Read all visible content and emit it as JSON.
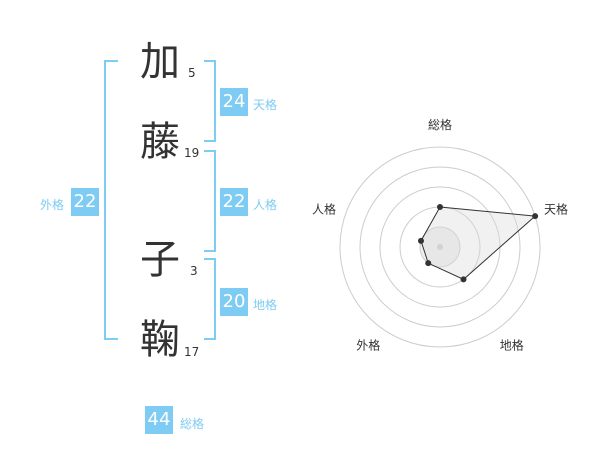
{
  "name_chars": [
    {
      "char": "加",
      "strokes": "5"
    },
    {
      "char": "藤",
      "strokes": "19"
    },
    {
      "char": "子",
      "strokes": "3"
    },
    {
      "char": "鞠",
      "strokes": "17"
    }
  ],
  "kaku": {
    "tenkaku": {
      "label": "天格",
      "value": "24"
    },
    "jinkaku": {
      "label": "人格",
      "value": "22"
    },
    "chikaku": {
      "label": "地格",
      "value": "20"
    },
    "gaikaku": {
      "label": "外格",
      "value": "22"
    },
    "soukaku": {
      "label": "総格",
      "value": "44"
    }
  },
  "colors": {
    "accent": "#7ecbf3",
    "text": "#333333",
    "grid": "#cccccc"
  },
  "chart_data": {
    "type": "radar",
    "axes": [
      "総格",
      "天格",
      "地格",
      "外格",
      "人格"
    ],
    "values": [
      2,
      5,
      2,
      1,
      1
    ],
    "max": 5,
    "grid_rings": 5
  }
}
